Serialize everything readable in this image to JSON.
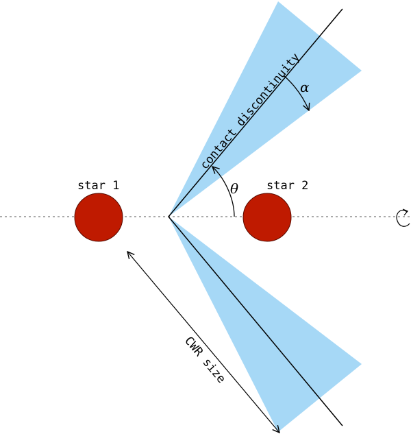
{
  "labels": {
    "star1": "star 1",
    "star2": "star 2",
    "contact_discontinuity": "contact discontinuity",
    "cwr_size": "CWR size",
    "theta": "θ",
    "alpha": "α"
  },
  "colors": {
    "cone_fill": "#a6d8f6",
    "star_fill": "#bf1a00",
    "line": "#000000",
    "axis": "#555555"
  },
  "icons": {
    "rotation": "rotation-arrow-icon"
  }
}
